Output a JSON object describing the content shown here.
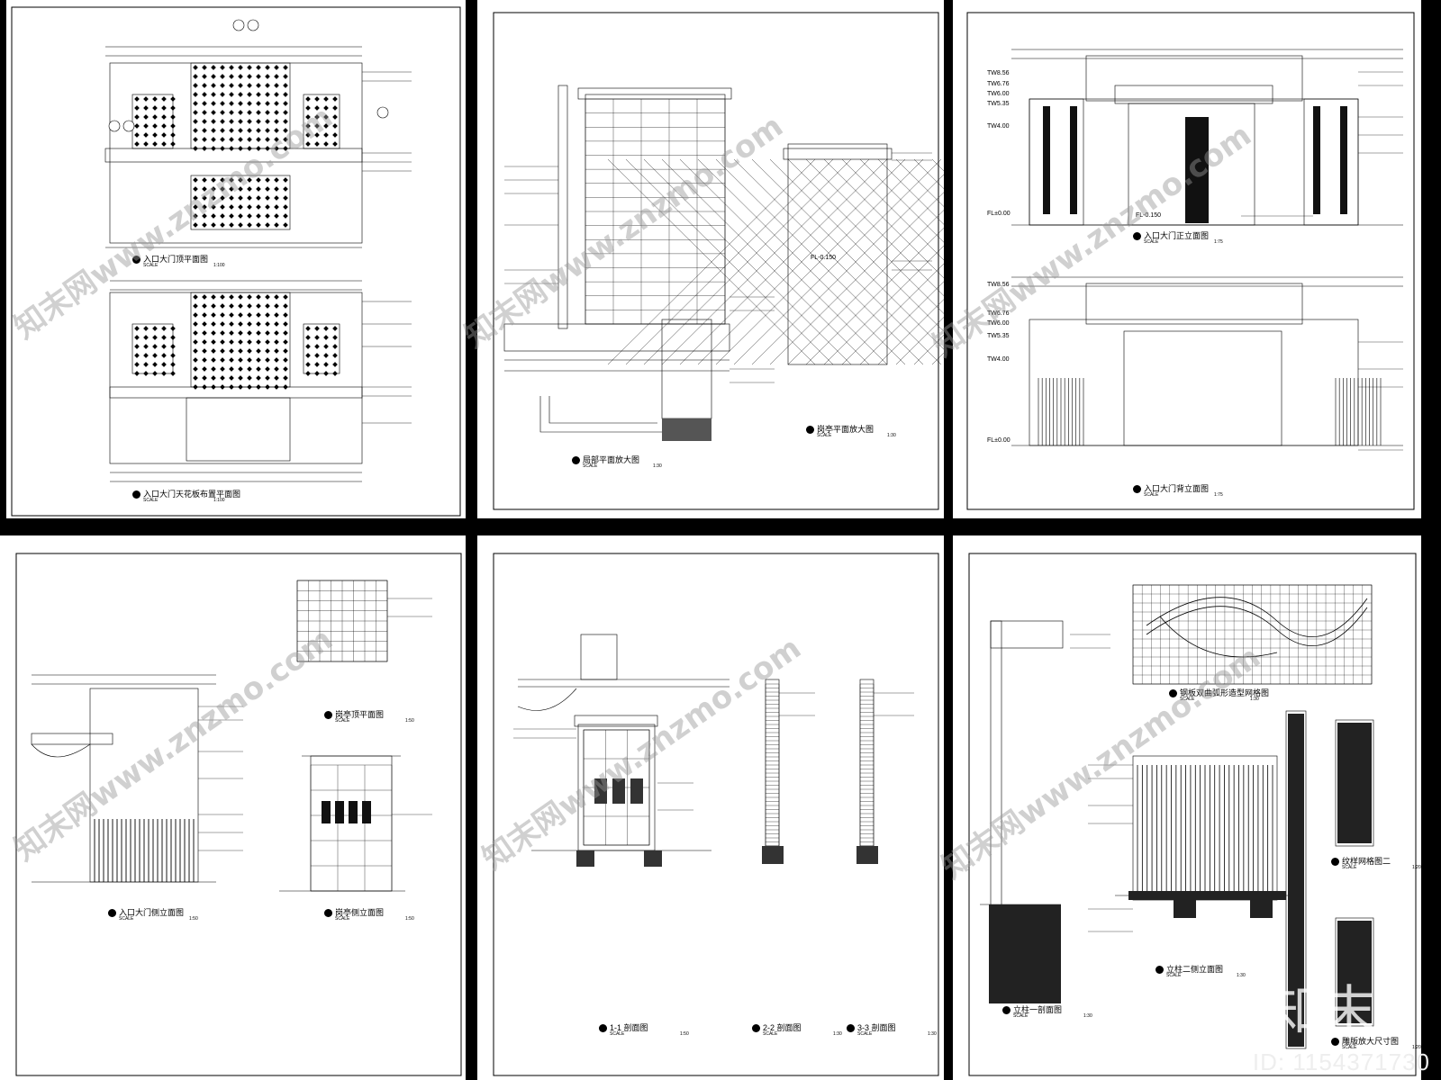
{
  "sheets": {
    "s1": {
      "t1": {
        "label": "入口大门顶平面图",
        "scale": "SCALE",
        "ratio": "1:100"
      },
      "t2": {
        "label": "入口大门天花板布置平面图",
        "scale": "SCALE",
        "ratio": "1:100"
      }
    },
    "s2": {
      "t1": {
        "label": "局部平面放大图",
        "scale": "SCALE",
        "ratio": "1:30"
      },
      "t2": {
        "label": "岗亭平面放大图",
        "scale": "SCALE",
        "ratio": "1:30"
      },
      "fl": "FL-0.150"
    },
    "s3": {
      "t1": {
        "label": "入口大门正立面图",
        "scale": "SCALE",
        "ratio": "1:75"
      },
      "t2": {
        "label": "入口大门背立面图",
        "scale": "SCALE",
        "ratio": "1:75"
      },
      "levels": [
        "TW8.56",
        "TW6.76",
        "TW6.00",
        "TW5.35",
        "TW4.00"
      ],
      "fl1": "FL±0.00",
      "fl2": "FL-0.150"
    },
    "s4": {
      "t1": {
        "label": "入口大门侧立面图",
        "scale": "SCALE",
        "ratio": "1:50"
      },
      "t2": {
        "label": "岗亭顶平面图",
        "scale": "SCALE",
        "ratio": "1:50"
      },
      "t3": {
        "label": "岗亭侧立面图",
        "scale": "SCALE",
        "ratio": "1:50"
      }
    },
    "s5": {
      "t1": {
        "label": "1-1 剖面图",
        "scale": "SCALE",
        "ratio": "1:50"
      },
      "t2": {
        "label": "2-2 剖面图",
        "scale": "SCALE",
        "ratio": "1:30"
      },
      "t3": {
        "label": "3-3 剖面图",
        "scale": "SCALE",
        "ratio": "1:30"
      }
    },
    "s6": {
      "t1": {
        "label": "钢板双曲弧形造型网格图",
        "scale": "SCALE",
        "ratio": "1:30"
      },
      "t2": {
        "label": "纹样网格图二",
        "scale": "SCALE",
        "ratio": "1:20"
      },
      "t3": {
        "label": "立柱二侧立面图",
        "scale": "SCALE",
        "ratio": "1:30"
      },
      "t4": {
        "label": "立柱一剖面图",
        "scale": "SCALE",
        "ratio": "1:30"
      },
      "t5": {
        "label": "雕版放大尺寸图",
        "scale": "SCALE",
        "ratio": "1:20"
      }
    }
  },
  "watermark": "知末网www.znzmo.com",
  "logo": "知末",
  "id_label": "ID: 1154371730"
}
